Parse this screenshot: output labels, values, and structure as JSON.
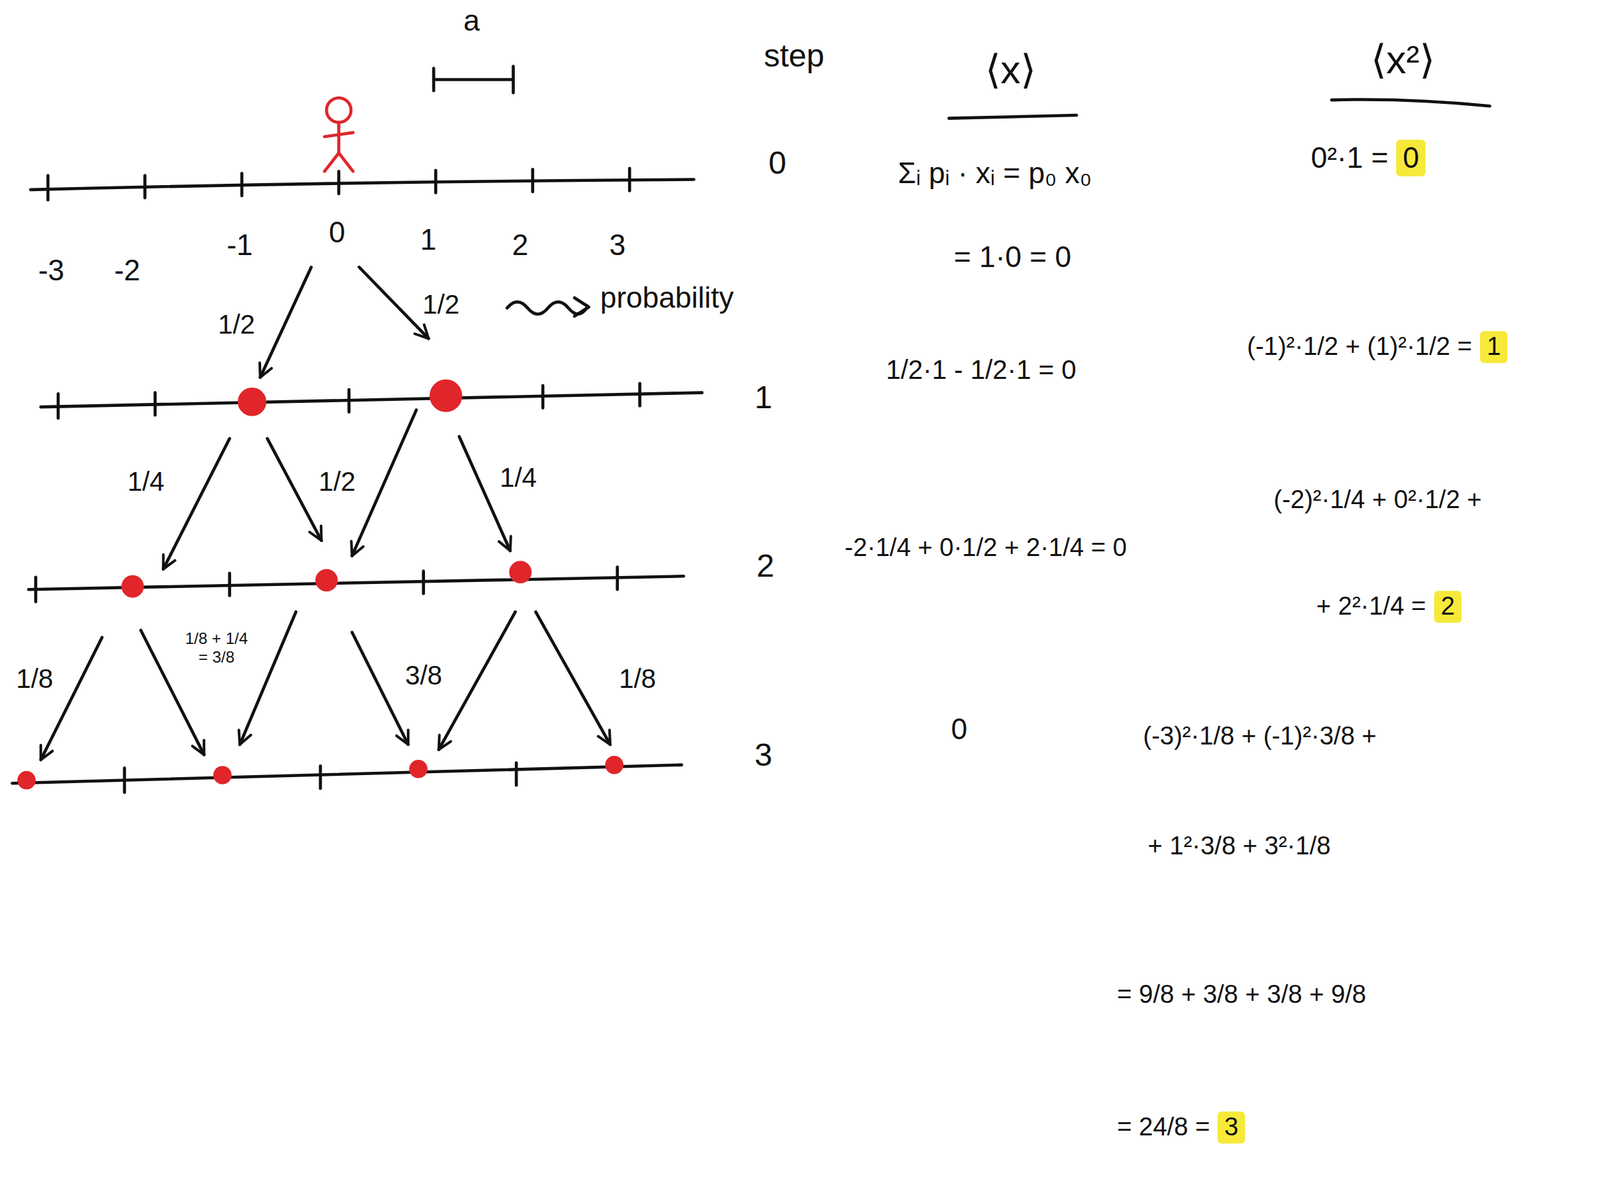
{
  "diagram": {
    "labels": [
      "a",
      "step",
      "⟨x⟩",
      "⟨x²⟩",
      "0",
      "Σᵢ pᵢ · xᵢ = p₀ x₀",
      "0²·1 =",
      "0",
      "-3",
      "-2",
      "-1",
      "0",
      "1",
      "2",
      "3",
      "= 1·0 = 0",
      "1/2",
      "1/2",
      "probability",
      "1",
      "1/2·1 - 1/2·1 = 0",
      "(-1)²·1/2 + (1)²·1/2 =",
      "1",
      "1/4",
      "1/2",
      "1/4",
      "2",
      "-2·1/4 + 0·1/2 + 2·1/4 = 0",
      "(-2)²·1/4 + 0²·1/2 +",
      "+ 2²·1/4 =",
      "2",
      "1/8",
      "1/8 + 1/4 = 3/8",
      "3/8",
      "1/8",
      "3",
      "0",
      "(-3)²·1/8 + (-1)²·3/8 +",
      "+ 1²·3/8 + 3²·1/8",
      "= 9/8 + 3/8 + 3/8 + 9/8",
      "= 24/8 =",
      "3"
    ]
  }
}
